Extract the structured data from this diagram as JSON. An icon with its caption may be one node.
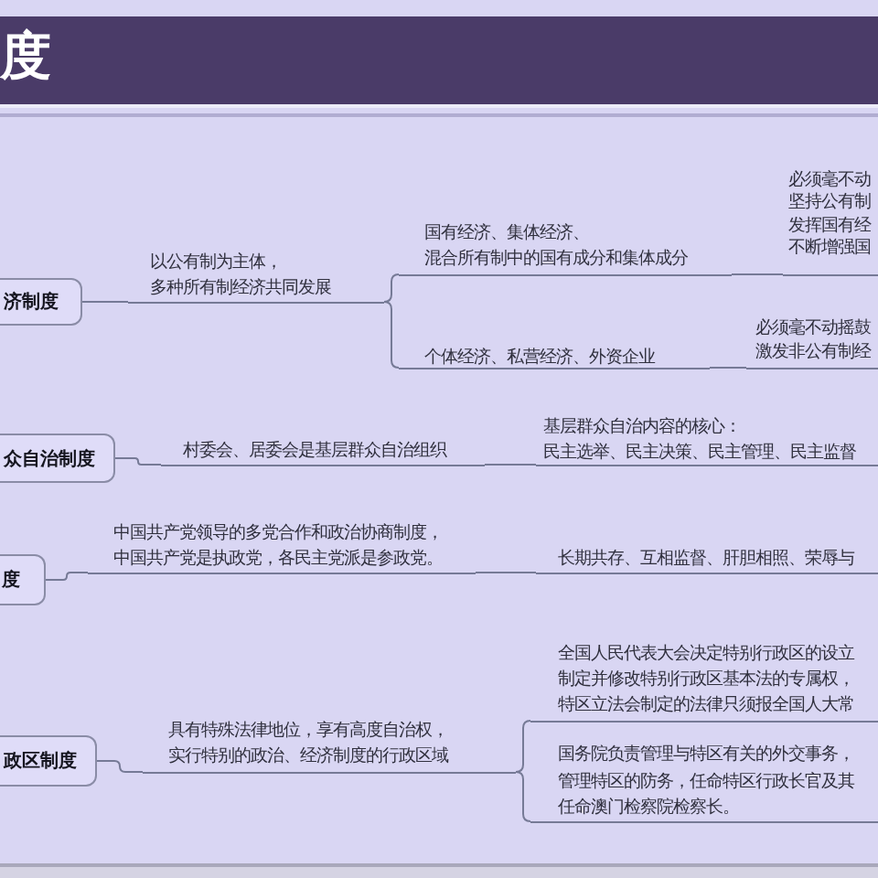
{
  "diagram": {
    "title": "度",
    "nodes": [
      {
        "text": [
          "济制度"
        ]
      },
      {
        "text": [
          "以公有制为主体，多种所有制经济共同发展"
        ]
      },
      {
        "text": [
          "国有经济、集体经济、混合所有制中的国有成分和集体成分"
        ]
      },
      {
        "text": [
          "必须毫不动坚持公有制发挥国有经不断增强国"
        ]
      },
      {
        "text": [
          "个体经济、私营经济、外资企业"
        ]
      },
      {
        "text": [
          "必须毫不动摇鼓激发非公有制经"
        ]
      },
      {
        "text": [
          "众自治制度"
        ]
      },
      {
        "text": [
          "村委会、居委会是基层群众自治组织"
        ]
      },
      {
        "text": [
          "基层群众自治内容的核心：民主选举、民主决策、民主管理、民主监督"
        ]
      },
      {
        "text": [
          "度"
        ]
      },
      {
        "text": [
          "中国共产党领导的多党合作和政治协商制度，中国共产党是执政党，各民主党派是参政党。"
        ]
      },
      {
        "text": [
          "长期共存、互相监督、肝胆相照、荣辱与"
        ]
      },
      {
        "text": [
          "政区制度"
        ]
      },
      {
        "text": [
          "具有特殊法律地位，享有高度自治权，实行特别的政治、经济制度的行政区域"
        ]
      },
      {
        "text": [
          "全国人民代表大会决定特别行政区的设立制定并修改特别行政区基本法的专属权，特区立法会制定的法律只须报全国人大常"
        ]
      },
      {
        "text": [
          "国务院负责管理与特区有关的外交事务，管理特区的防务，任命特区行政长官及其任命澳门检察院检察长。"
        ]
      }
    ],
    "edges": [
      {
        "from": 0,
        "to": 1,
        "arrow": "none"
      },
      {
        "from": 1,
        "to": 2,
        "arrow": "none"
      },
      {
        "from": 1,
        "to": 4,
        "arrow": "none"
      },
      {
        "from": 2,
        "to": 3,
        "arrow": "none"
      },
      {
        "from": 4,
        "to": 5,
        "arrow": "none"
      },
      {
        "from": 6,
        "to": 7,
        "arrow": "none"
      },
      {
        "from": 7,
        "to": 8,
        "arrow": "none"
      },
      {
        "from": 9,
        "to": 10,
        "arrow": "none"
      },
      {
        "from": 10,
        "to": 11,
        "arrow": "none"
      },
      {
        "from": 12,
        "to": 13,
        "arrow": "none"
      },
      {
        "from": 13,
        "to": 14,
        "arrow": "none"
      },
      {
        "from": 13,
        "to": 15,
        "arrow": "none"
      }
    ]
  }
}
